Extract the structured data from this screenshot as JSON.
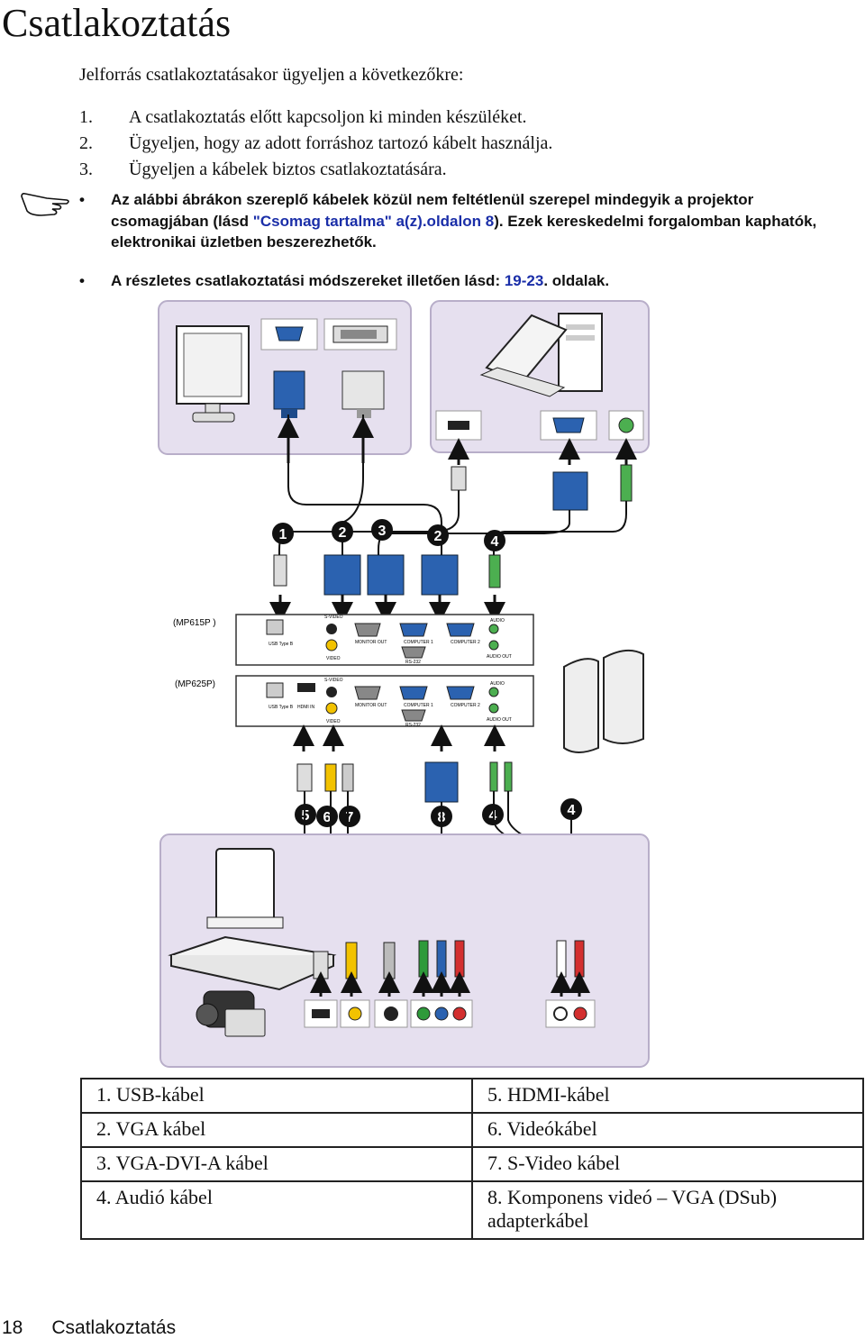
{
  "page": {
    "title": "Csatlakoztatás",
    "intro": "Jelforrás csatlakoztatásakor ügyeljen a következőkre:",
    "steps": [
      {
        "num": "1.",
        "text": "A csatlakoztatás előtt kapcsoljon ki minden készüléket."
      },
      {
        "num": "2.",
        "text": "Ügyeljen, hogy az adott forráshoz tartozó kábelt használja."
      },
      {
        "num": "3.",
        "text": "Ügyeljen a kábelek biztos csatlakoztatására."
      }
    ],
    "note1_a": "Az alábbi ábrákon szereplő kábelek közül nem feltétlenül szerepel mindegyik a projektor csomagjában (lásd ",
    "note1_link": "\"Csomag tartalma\" a(z).oldalon 8",
    "note1_b": "). Ezek kereskedelmi forgalomban kaphatók, elektronikai üzletben beszerezhetők.",
    "note2_a": "A részletes csatlakoztatási módszereket illetően lásd: ",
    "note2_link": "19-23",
    "note2_b": ". oldalak.",
    "bullet_char": "•"
  },
  "diagram": {
    "model_1": "(MP615P )",
    "model_2": "(MP625P)",
    "port_labels": {
      "usb_type_b": "USB Type B",
      "s_video": "S-VIDEO",
      "video": "VIDEO",
      "monitor_out": "MONITOR OUT",
      "computer_1": "COMPUTER 1",
      "computer_2": "COMPUTER 2",
      "audio": "AUDIO",
      "audio_out": "AUDIO OUT",
      "rs232": "RS-232",
      "hdmi_in": "HDMI IN"
    },
    "callouts_top": [
      "1",
      "2",
      "3",
      "2",
      "4"
    ],
    "callouts_bottom": [
      "5",
      "6",
      "7",
      "8",
      "4",
      "4"
    ]
  },
  "cables": [
    [
      "1. USB-kábel",
      "5. HDMI-kábel"
    ],
    [
      "2. VGA kábel",
      "6. Videókábel"
    ],
    [
      "3. VGA-DVI-A kábel",
      "7. S-Video kábel"
    ],
    [
      "4. Audió kábel",
      "8. Komponens videó – VGA (DSub) adapterkábel"
    ]
  ],
  "footer": {
    "page_number": "18",
    "section": "Csatlakoztatás"
  }
}
